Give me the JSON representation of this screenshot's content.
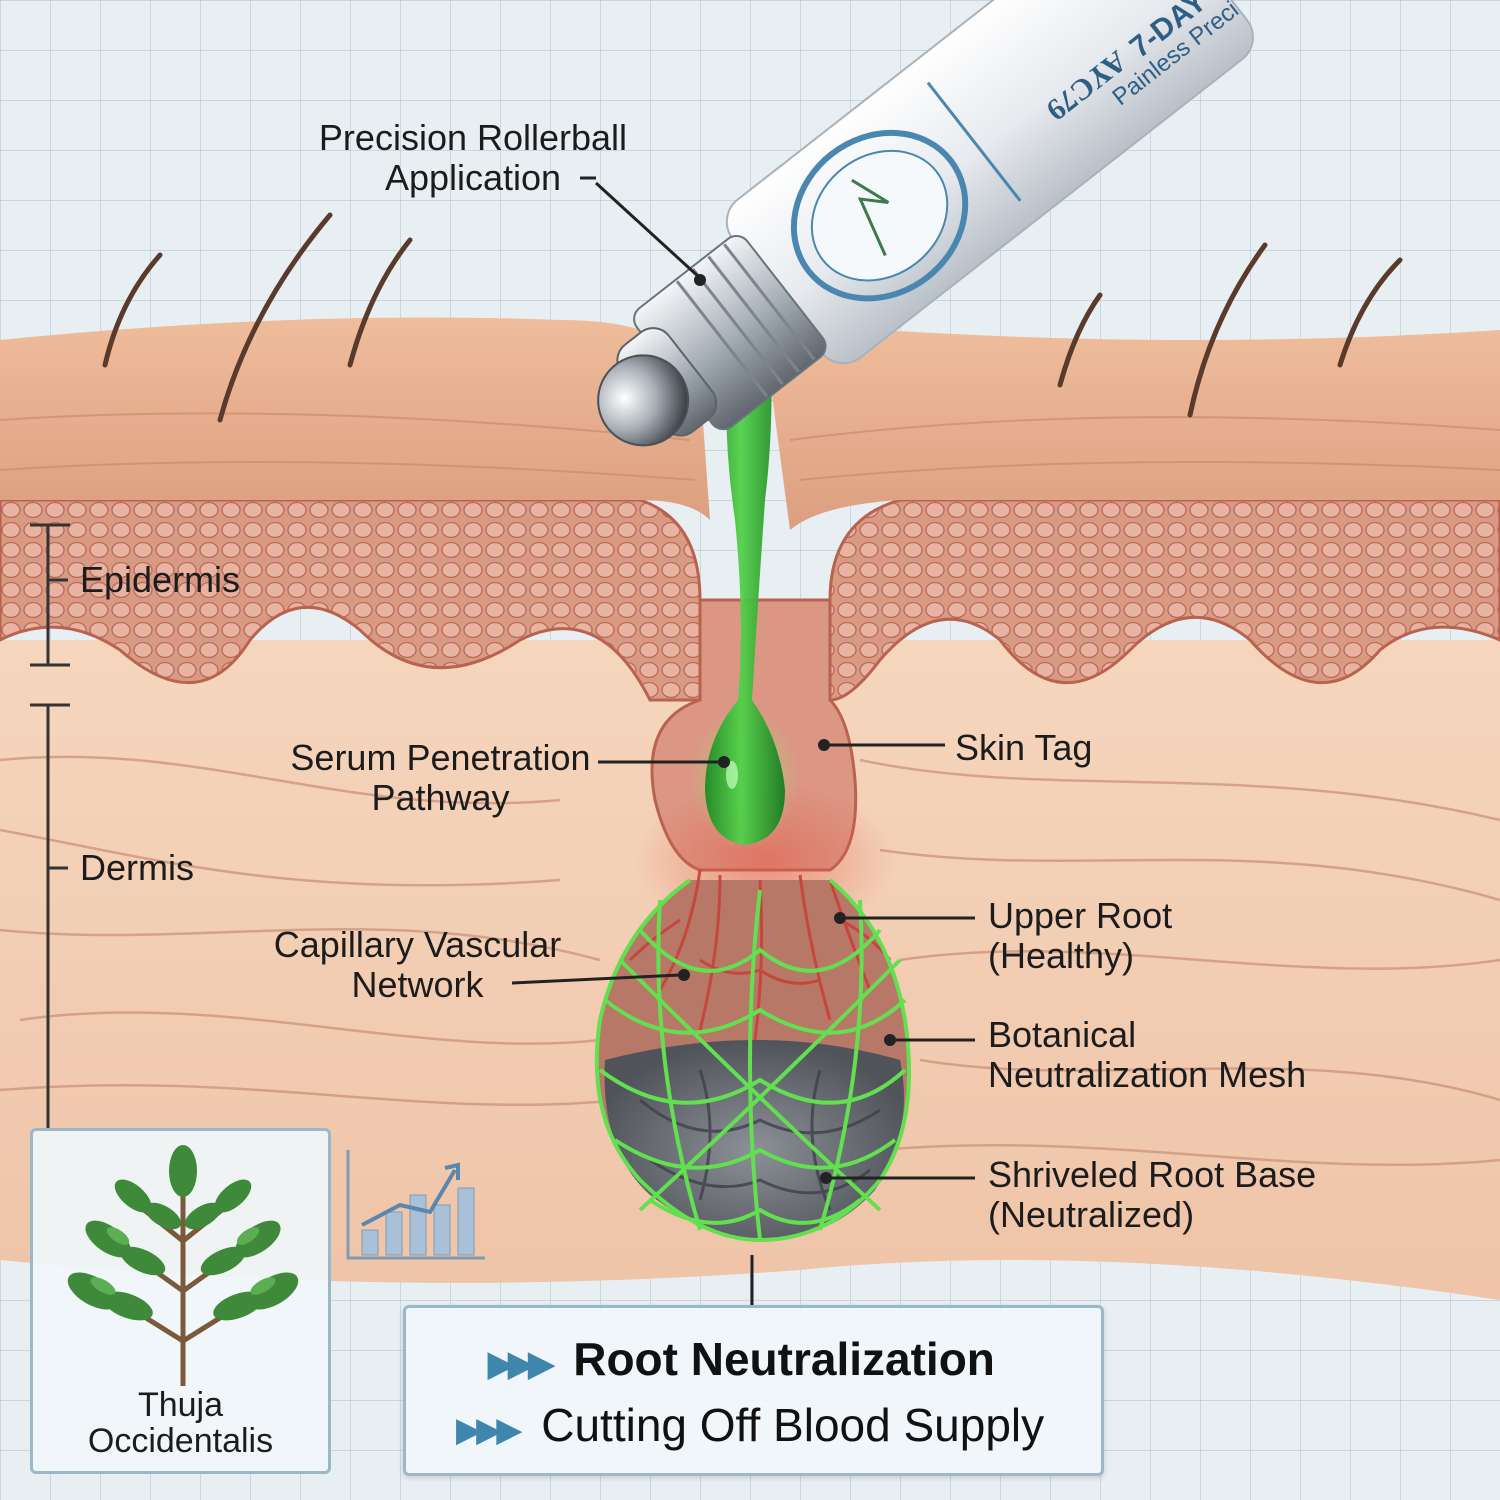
{
  "product": {
    "brand": "AYC79",
    "tagline": "7-DAY",
    "subline": "Painless Preci"
  },
  "labels": {
    "applicator": {
      "line1": "Precision Rollerball",
      "line2": "Application"
    },
    "epidermis": "Epidermis",
    "dermis": "Dermis",
    "serum_path": {
      "line1": "Serum Penetration",
      "line2": "Pathway"
    },
    "skin_tag": "Skin Tag",
    "capillary": {
      "line1": "Capillary Vascular",
      "line2": "Network"
    },
    "upper_root": {
      "line1": "Upper Root",
      "line2": "(Healthy)"
    },
    "mesh": {
      "line1": "Botanical",
      "line2": "Neutralization Mesh"
    },
    "root_base": {
      "line1": "Shriveled Root Base",
      "line2": "(Neutralized)"
    }
  },
  "plant": {
    "line1": "Thuja",
    "line2": "Occidentalis"
  },
  "info": {
    "line1": "Root Neutralization",
    "line2": "Cutting Off Blood Supply",
    "arrow_glyph": "▶▶▶"
  },
  "colors": {
    "grid_background": "#e8eff3",
    "skin_surface": "#e9b08e",
    "epidermis": "#d88f78",
    "dermis": "#f2cfb2",
    "serum_green": "#3fbf3a",
    "capillary_red": "#c8413a",
    "mesh_green": "#62e050",
    "root_gray": "#6d7279",
    "box_border": "#9bb8c8",
    "arrow_blue": "#3f86ad"
  }
}
